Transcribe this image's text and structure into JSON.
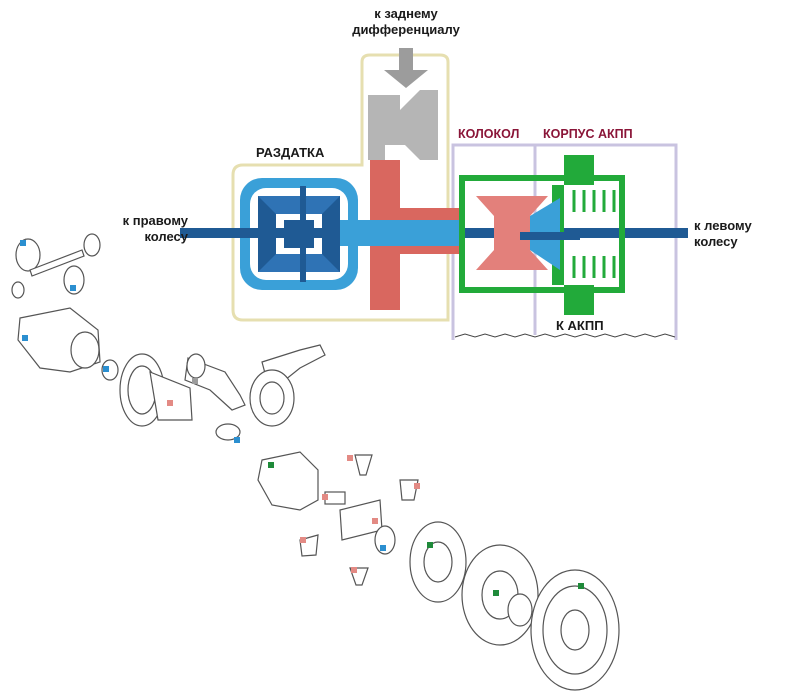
{
  "labels": {
    "rear_diff": "к заднему\nдифференциалу",
    "transfer_case": "РАЗДАТКА",
    "bell_housing": "КОЛОКОЛ",
    "gearbox_case": "КОРПУС АКПП",
    "right_wheel": "к правому\nколесу",
    "left_wheel": "к левому\nколесу",
    "to_gearbox": "К АКПП"
  },
  "colors": {
    "transfer_case_outline": "#e6dfb0",
    "bell_outline": "#c9c3e0",
    "shaft_blue": "#1f5a94",
    "transfer_gear_blue": "#3aa0d8",
    "rear_output_gray": "#b5b5b5",
    "bevel_red": "#d9675f",
    "case_green": "#22aa3a",
    "diff_pink": "#e3807b",
    "marker_blue": "#2b8fd0",
    "marker_red": "#e38a84",
    "marker_green": "#1f8a3a",
    "label_red": "#8a1538"
  }
}
